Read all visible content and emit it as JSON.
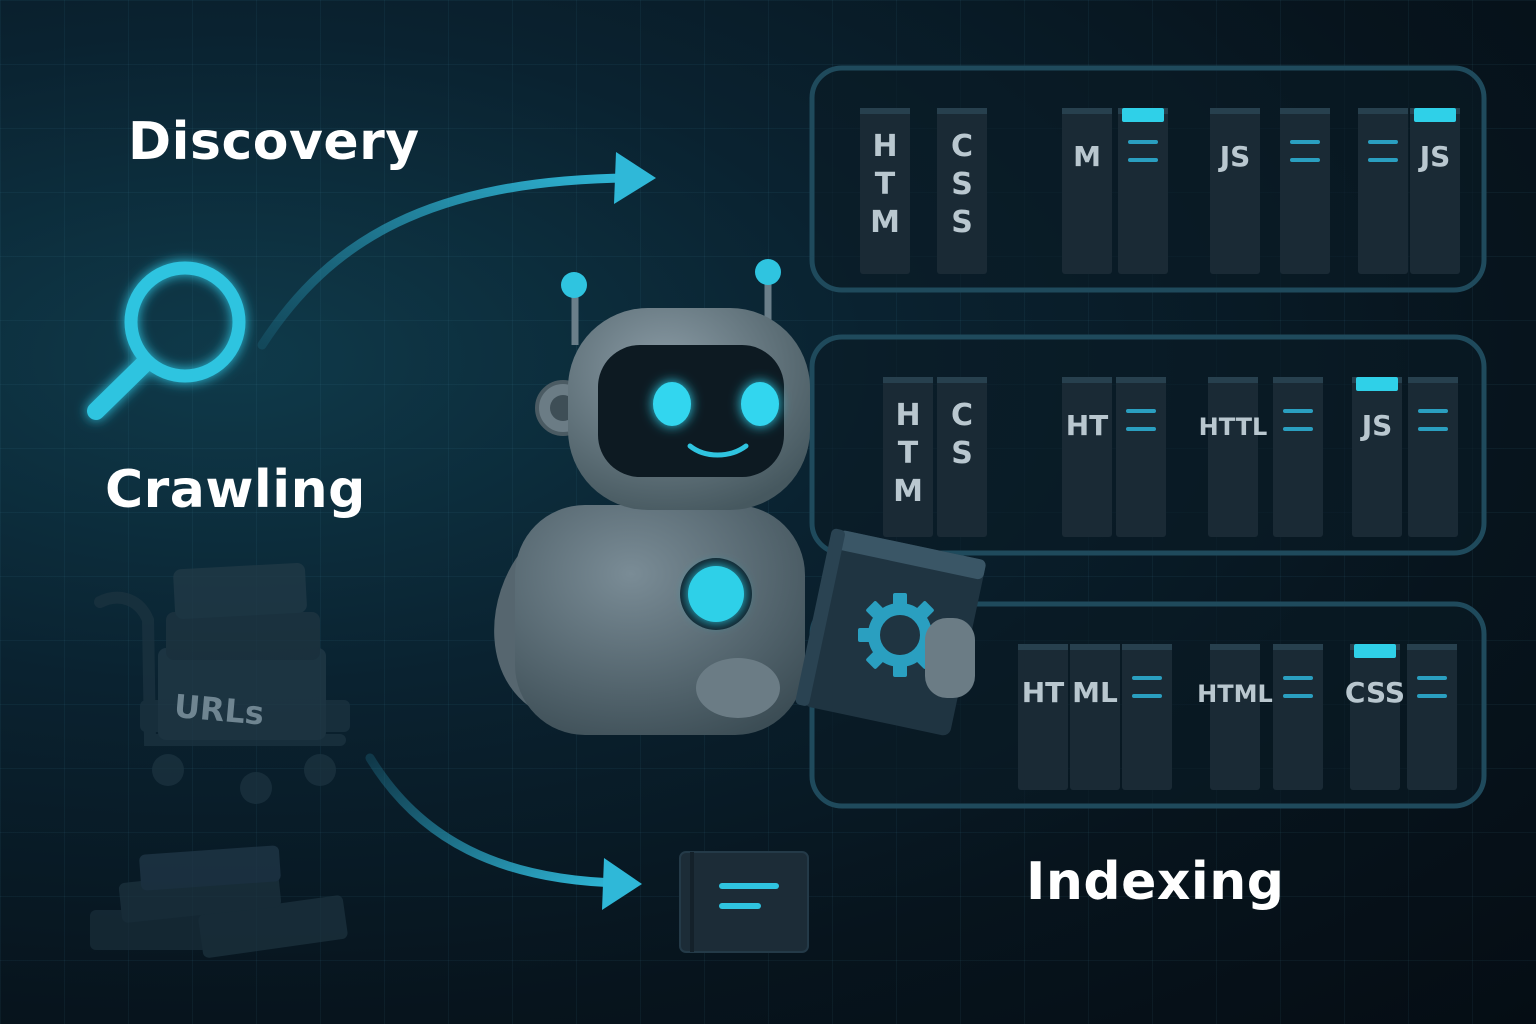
{
  "stages": {
    "discovery": "Discovery",
    "crawling": "Crawling",
    "indexing": "Indexing"
  },
  "cart": {
    "box_label": "URLs"
  },
  "shelves": [
    {
      "books": [
        {
          "label": "HTM",
          "vertical": true
        },
        {
          "label": "CSS",
          "vertical": true
        },
        {
          "label": "M",
          "vertical": false
        },
        {
          "label": "",
          "vertical": false
        },
        {
          "label": "JS",
          "vertical": false
        },
        {
          "label": "",
          "vertical": false
        },
        {
          "label": "",
          "vertical": false
        },
        {
          "label": "JS",
          "vertical": false
        }
      ]
    },
    {
      "books": [
        {
          "label": "HTM",
          "vertical": true
        },
        {
          "label": "CS",
          "vertical": true
        },
        {
          "label": "HT",
          "vertical": false
        },
        {
          "label": "",
          "vertical": false
        },
        {
          "label": "HTTL",
          "vertical": false
        },
        {
          "label": "",
          "vertical": false
        },
        {
          "label": "JS",
          "vertical": false
        },
        {
          "label": "",
          "vertical": false
        }
      ]
    },
    {
      "books": [
        {
          "label": "HT",
          "vertical": false
        },
        {
          "label": "ML",
          "vertical": false
        },
        {
          "label": "",
          "vertical": false
        },
        {
          "label": "HTML",
          "vertical": false
        },
        {
          "label": "",
          "vertical": false
        },
        {
          "label": "CSS",
          "vertical": false
        },
        {
          "label": "",
          "vertical": false
        }
      ]
    }
  ],
  "colors": {
    "accent": "#2fd0e8",
    "arrow": "#2a9fc0",
    "shelf_border": "#1f4a5c",
    "book": "#1a2a35",
    "robot_body": "#5f7480"
  }
}
